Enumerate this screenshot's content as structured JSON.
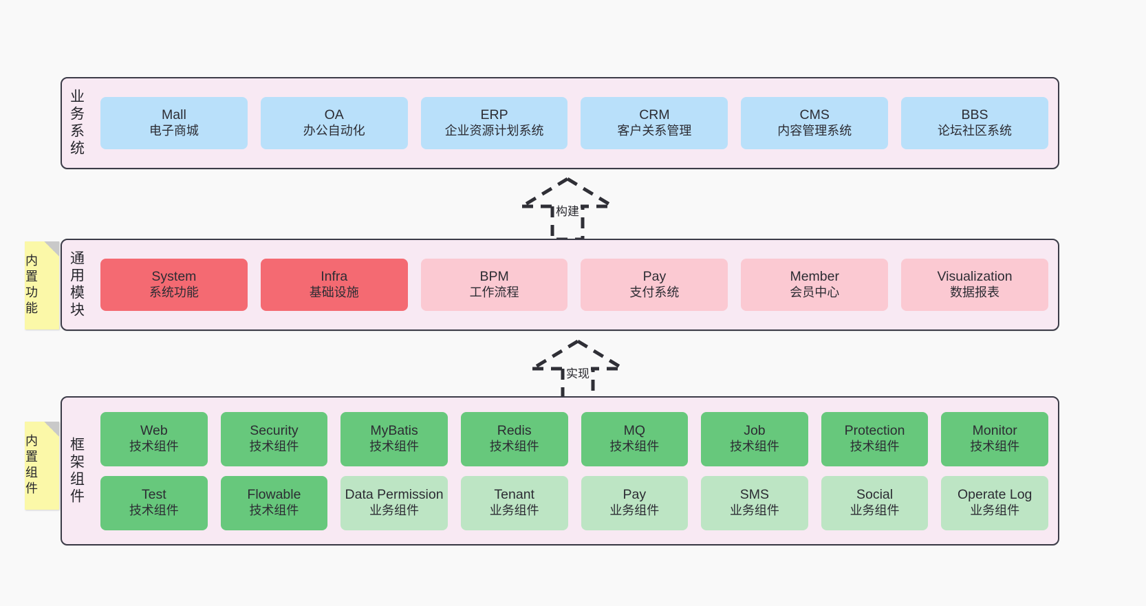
{
  "theme": {
    "background": "#f9f9f9",
    "layer_bg": "#f8e9f3",
    "layer_border": "#3b3b47",
    "blue": "#b9e0fa",
    "red": "#f46a72",
    "pink": "#fbc9d2",
    "green": "#67c87c",
    "light_green": "#bde5c4",
    "sticky_yellow": "#fbf8a8",
    "sticky_fold": "#c9c9c9",
    "text": "#2c2c33"
  },
  "layers": [
    {
      "id": "business-system",
      "label": "业务系统",
      "rows": [
        [
          {
            "en": "Mall",
            "cn": "电子商城",
            "color": "blue"
          },
          {
            "en": "OA",
            "cn": "办公自动化",
            "color": "blue"
          },
          {
            "en": "ERP",
            "cn": "企业资源计划系统",
            "color": "blue"
          },
          {
            "en": "CRM",
            "cn": "客户关系管理",
            "color": "blue"
          },
          {
            "en": "CMS",
            "cn": "内容管理系统",
            "color": "blue"
          },
          {
            "en": "BBS",
            "cn": "论坛社区系统",
            "color": "blue"
          }
        ]
      ]
    },
    {
      "id": "common-modules",
      "label": "通用模块",
      "rows": [
        [
          {
            "en": "System",
            "cn": "系统功能",
            "color": "red"
          },
          {
            "en": "Infra",
            "cn": "基础设施",
            "color": "red"
          },
          {
            "en": "BPM",
            "cn": "工作流程",
            "color": "pink"
          },
          {
            "en": "Pay",
            "cn": "支付系统",
            "color": "pink"
          },
          {
            "en": "Member",
            "cn": "会员中心",
            "color": "pink"
          },
          {
            "en": "Visualization",
            "cn": "数据报表",
            "color": "pink"
          }
        ]
      ]
    },
    {
      "id": "framework-components",
      "label": "框架组件",
      "rows": [
        [
          {
            "en": "Web",
            "cn": "技术组件",
            "color": "green"
          },
          {
            "en": "Security",
            "cn": "技术组件",
            "color": "green"
          },
          {
            "en": "MyBatis",
            "cn": "技术组件",
            "color": "green"
          },
          {
            "en": "Redis",
            "cn": "技术组件",
            "color": "green"
          },
          {
            "en": "MQ",
            "cn": "技术组件",
            "color": "green"
          },
          {
            "en": "Job",
            "cn": "技术组件",
            "color": "green"
          },
          {
            "en": "Protection",
            "cn": "技术组件",
            "color": "green"
          },
          {
            "en": "Monitor",
            "cn": "技术组件",
            "color": "green"
          }
        ],
        [
          {
            "en": "Test",
            "cn": "技术组件",
            "color": "green"
          },
          {
            "en": "Flowable",
            "cn": "技术组件",
            "color": "green"
          },
          {
            "en": "Data Permission",
            "cn": "业务组件",
            "color": "lightgreen"
          },
          {
            "en": "Tenant",
            "cn": "业务组件",
            "color": "lightgreen"
          },
          {
            "en": "Pay",
            "cn": "业务组件",
            "color": "lightgreen"
          },
          {
            "en": "SMS",
            "cn": "业务组件",
            "color": "lightgreen"
          },
          {
            "en": "Social",
            "cn": "业务组件",
            "color": "lightgreen"
          },
          {
            "en": "Operate Log",
            "cn": "业务组件",
            "color": "lightgreen"
          }
        ]
      ]
    }
  ],
  "arrows": [
    {
      "id": "build",
      "label": "构建"
    },
    {
      "id": "implement",
      "label": "实现"
    }
  ],
  "sticky_notes": [
    {
      "id": "builtin-function",
      "label": "内置功能"
    },
    {
      "id": "builtin-component",
      "label": "内置组件"
    }
  ]
}
